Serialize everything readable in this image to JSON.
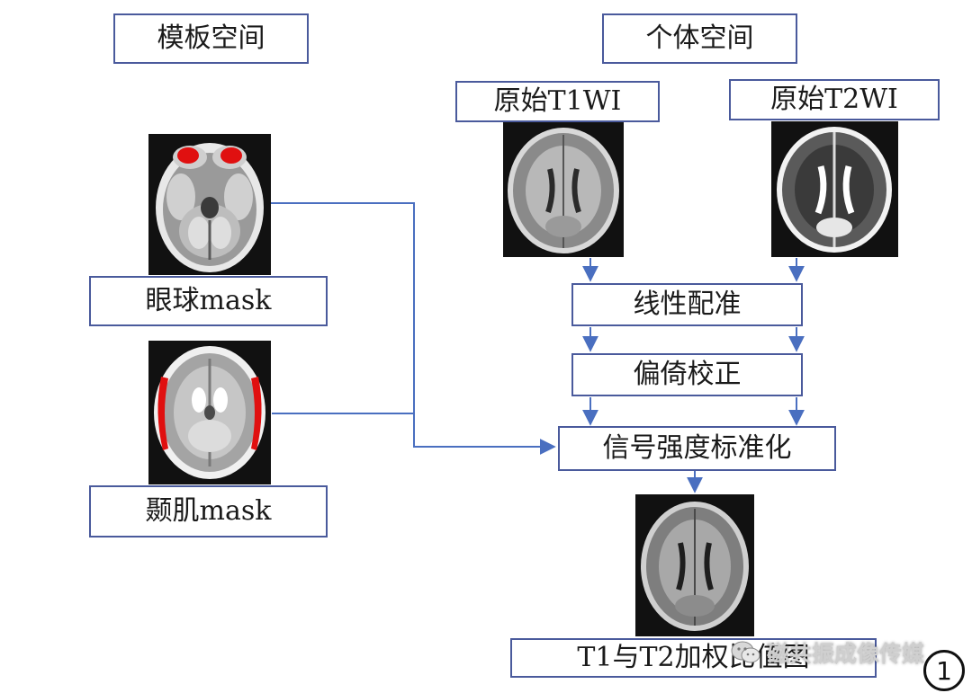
{
  "headers": {
    "template_space": "模板空间",
    "individual_space": "个体空间"
  },
  "nodes": {
    "raw_t1": "原始T1WI",
    "raw_t2": "原始T2WI",
    "linear_registration": "线性配准",
    "bias_correction": "偏倚校正",
    "intensity_normalization": "信号强度标准化",
    "ratio_map": "T1与T2加权比值图",
    "eye_mask": "眼球mask",
    "temporal_mask": "颞肌mask"
  },
  "images": {
    "template_eye": "template-brain-eye-mask",
    "template_temporal": "template-brain-temporalis-mask",
    "t1": "t1-weighted-axial-slice",
    "t2": "t2-weighted-axial-slice",
    "ratio": "t1-t2-ratio-axial-slice"
  },
  "watermark": {
    "text": "磁共振成像传媒",
    "icon": "wechat-icon"
  },
  "figure_number": "1",
  "colors": {
    "box_border": "#4a5a9c",
    "arrow": "#4a6fc0",
    "mask_highlight": "#e01010"
  }
}
